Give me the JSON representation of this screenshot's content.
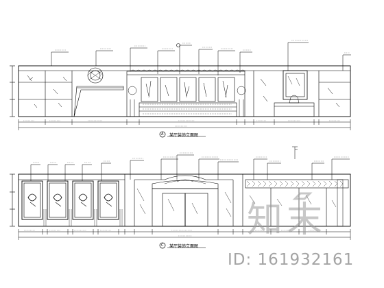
{
  "drawing": {
    "elevation_a": {
      "number": "A",
      "title": "某厅装饰立面图"
    },
    "elevation_c": {
      "number": "C",
      "title": "某厅装饰立面图"
    }
  },
  "watermark": {
    "logo": "知末",
    "id_text": "ID: 161932161"
  },
  "colors": {
    "line": "#000000",
    "watermark": "#9a9a9a"
  }
}
